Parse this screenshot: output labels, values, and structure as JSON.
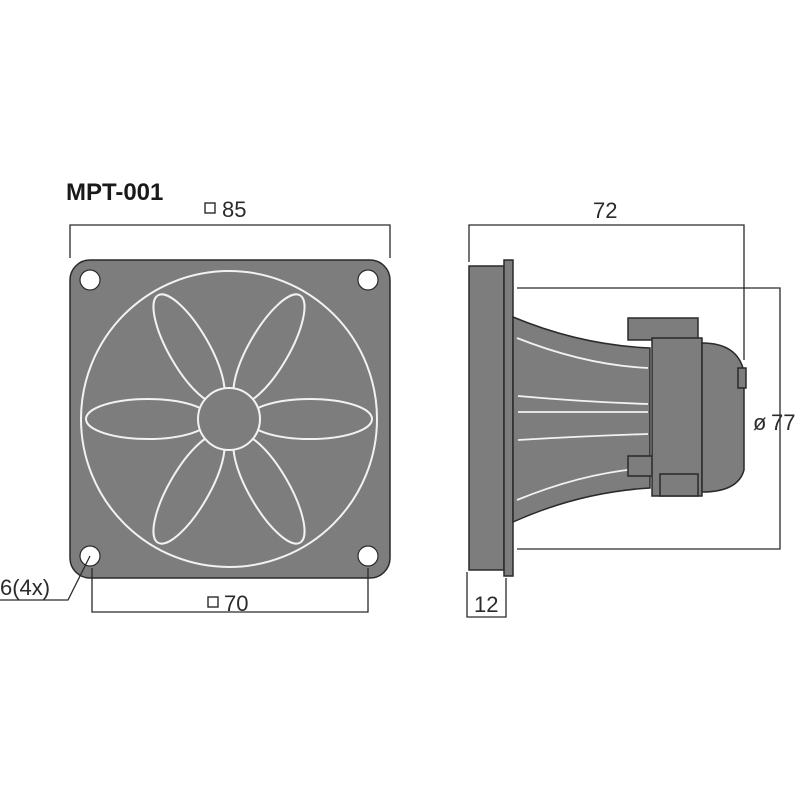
{
  "title": "MPT-001",
  "dimensions": {
    "front_width": "85",
    "hole_spacing": "70",
    "hole_diameter": "6(4x)",
    "depth": "72",
    "horn_diameter": "77",
    "horn_diameter_prefix": "ø",
    "flange_thickness": "12"
  },
  "colors": {
    "body": "#7d7d7d",
    "outline": "#2a2a2a",
    "lines": "#f2f2f2"
  }
}
